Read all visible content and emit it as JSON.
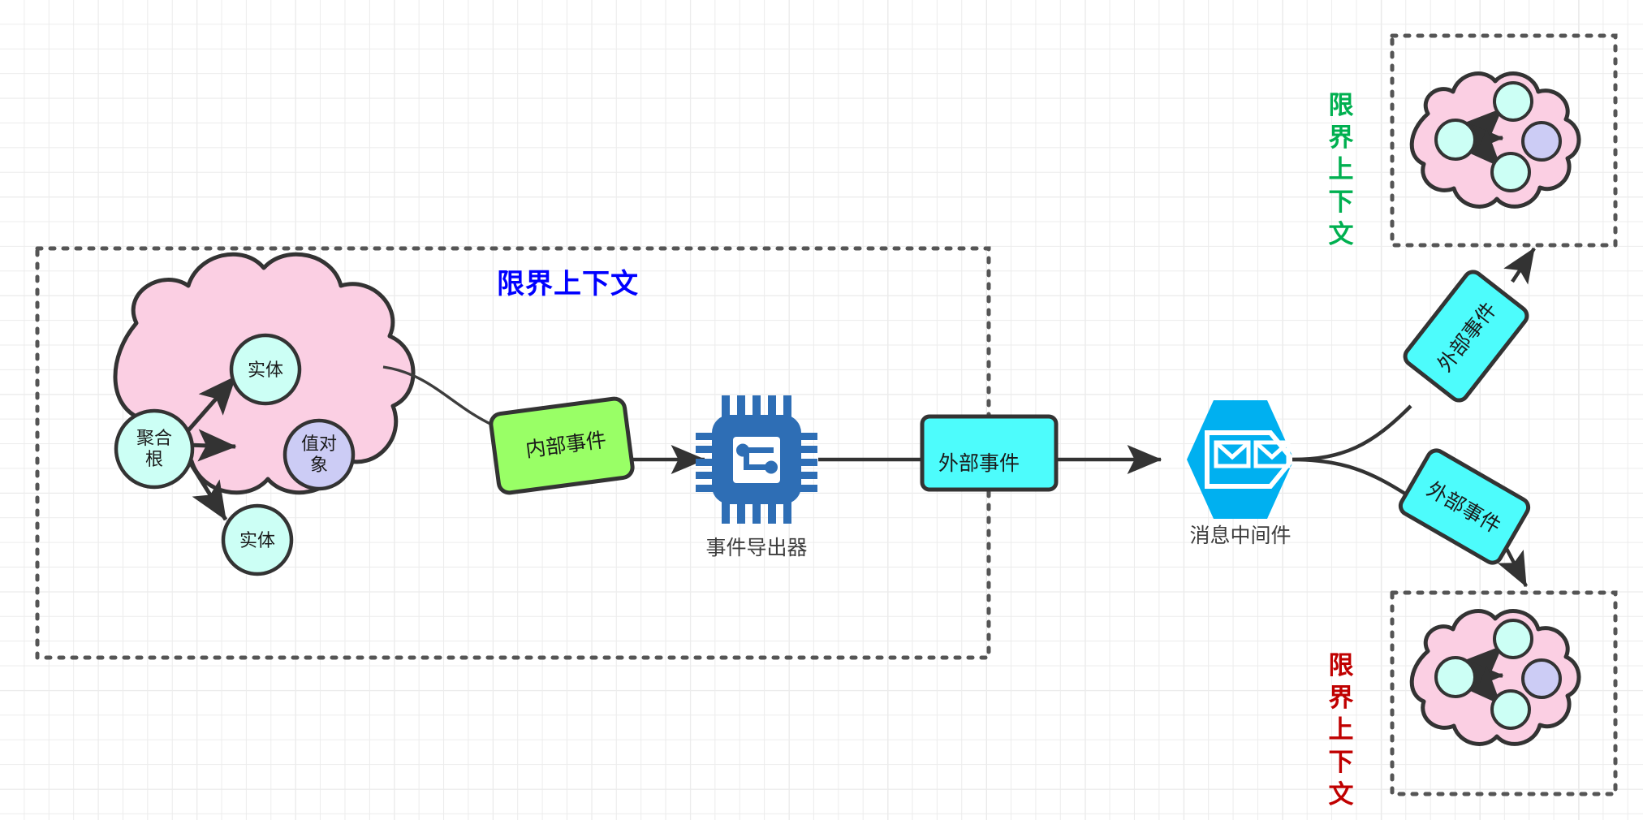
{
  "diagram": {
    "title_main_context": "限界上下文",
    "title_top_context": "限界上下文",
    "title_bottom_context": "限界上下文",
    "colors": {
      "main_context_title": "#0000ff",
      "top_context_title": "#00b050",
      "bottom_context_title": "#c00000",
      "aggregate_cloud_fill": "#fbcfe3",
      "entity_fill": "#ccfff5",
      "value_object_fill": "#ccccf5",
      "internal_event_fill": "#99ff66",
      "external_event_fill": "#4dfcfc",
      "chip_icon": "#2e6eb5",
      "middleware_icon": "#00b0f0",
      "stroke": "#333333",
      "background": "#ffffff",
      "grid_line": "#ececec"
    },
    "aggregate": {
      "root_label": "聚合\n根",
      "root_label_lines": [
        "聚合",
        "根"
      ],
      "entity_top_label": "实体",
      "entity_bottom_label": "实体",
      "value_object_label_lines": [
        "值对",
        "象"
      ]
    },
    "nodes": {
      "internal_event": "内部事件",
      "event_exporter_caption": "事件导出器",
      "external_event_center": "外部事件",
      "message_middleware_caption": "消息中间件",
      "external_event_upper": "外部事件",
      "external_event_lower": "外部事件"
    },
    "icons": {
      "chip": "chip-icon",
      "envelope_left": "envelope-icon",
      "envelope_right": "envelope-icon",
      "hexagon": "hexagon-shape"
    }
  }
}
